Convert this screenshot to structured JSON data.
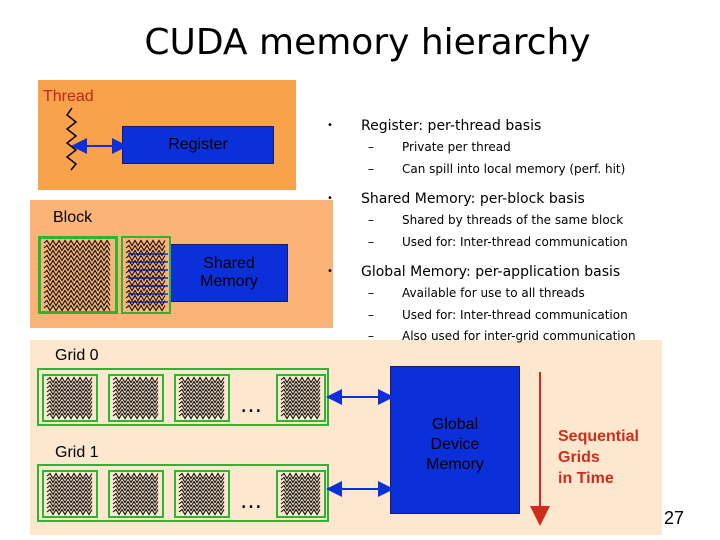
{
  "title": "CUDA memory hierarchy",
  "thread": {
    "label": "Thread",
    "register_label": "Register"
  },
  "block": {
    "label": "Block",
    "shared_label": "Shared\nMemory"
  },
  "grids": [
    {
      "label": "Grid 0",
      "ellipsis": "…"
    },
    {
      "label": "Grid 1",
      "ellipsis": "…"
    }
  ],
  "global_memory": {
    "label": "Global\nDevice\nMemory"
  },
  "time_arrow": {
    "label": "Sequential\nGrids\nin Time",
    "color": "#d02c1c"
  },
  "page_number": "27",
  "colors": {
    "thread_panel": "#f8a24c",
    "block_panel": "#fbb478",
    "grid_panel": "#fde7cf",
    "memory_box": "#0b2fd8",
    "block_outline": "#2db532"
  },
  "bullets": [
    {
      "text": "Register: per-thread basis",
      "subs": [
        "Private per thread",
        "Can spill into local memory (perf. hit)"
      ]
    },
    {
      "text": "Shared Memory:  per-block basis",
      "subs": [
        "Shared by threads of the same block",
        "Used for: Inter-thread communication"
      ]
    },
    {
      "text": "Global Memory: per-application basis",
      "subs": [
        "Available for use to all threads",
        "Used for: Inter-thread communication",
        "Also used for inter-grid communication"
      ]
    }
  ],
  "bullet_marker": "•",
  "sub_marker": "–"
}
